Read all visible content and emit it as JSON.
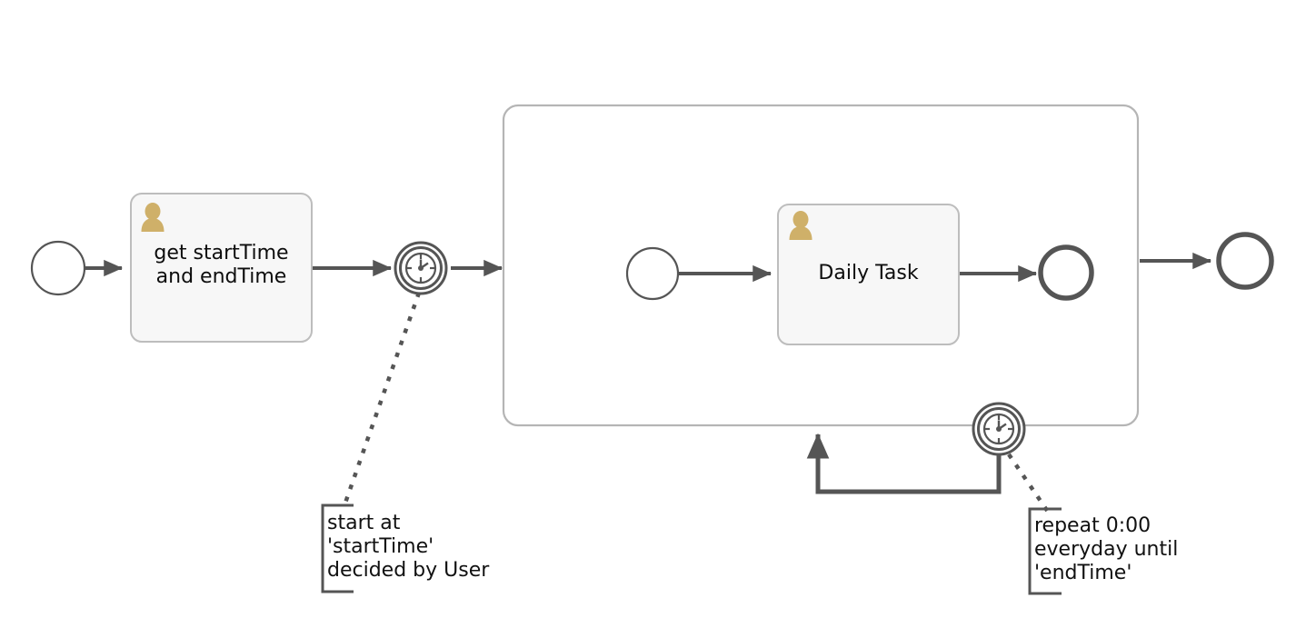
{
  "diagram": {
    "type": "bpmn-process-diagram",
    "colors": {
      "stroke": "#555555",
      "flow": "#555555",
      "task_fill": "#f7f7f7",
      "task_border": "#bdbdbd",
      "subprocess_border": "#b5b5b5",
      "user_icon": "#cfb069",
      "text": "#111111",
      "background": "#ffffff"
    },
    "nodes": {
      "start_event": {
        "name": "start-event",
        "shape": "circle-thin",
        "label": ""
      },
      "task_get_times": {
        "name": "user-task",
        "shape": "rounded-rect",
        "icon": "user-icon",
        "label": "get startTime\nand endTime"
      },
      "timer_start": {
        "name": "intermediate-timer-event",
        "shape": "double-circle-timer",
        "icon": "clock-icon",
        "label": ""
      },
      "subprocess": {
        "name": "subprocess-container",
        "shape": "rounded-rect-outline",
        "label": ""
      },
      "sub_start_event": {
        "name": "subprocess-start-event",
        "shape": "circle-thin",
        "label": ""
      },
      "task_daily": {
        "name": "user-task",
        "shape": "rounded-rect",
        "icon": "user-icon",
        "label": "Daily Task"
      },
      "sub_end_event": {
        "name": "subprocess-end-event",
        "shape": "circle-thick",
        "label": ""
      },
      "timer_boundary": {
        "name": "boundary-timer-event",
        "shape": "double-circle-timer",
        "icon": "clock-icon",
        "label": ""
      },
      "end_event": {
        "name": "end-event",
        "shape": "circle-thick",
        "label": ""
      }
    },
    "annotations": [
      {
        "id": "annotation-start-time",
        "text": "start at\n'startTime'\ndecided by User",
        "attached_to": "intermediate-timer-event"
      },
      {
        "id": "annotation-repeat",
        "text": "repeat 0:00\neveryday until\n'endTime'",
        "attached_to": "boundary-timer-event"
      }
    ],
    "flows": [
      {
        "name": "flow-start-to-task",
        "from": "start-event",
        "to": "user-task",
        "style": "solid-arrow"
      },
      {
        "name": "flow-task-to-timer",
        "from": "user-task",
        "to": "intermediate-timer-event",
        "style": "solid-arrow"
      },
      {
        "name": "flow-timer-to-subprocess",
        "from": "intermediate-timer-event",
        "to": "subprocess-container",
        "style": "solid-arrow"
      },
      {
        "name": "flow-substart-to-dailytask",
        "from": "subprocess-start-event",
        "to": "user-task",
        "style": "solid-arrow"
      },
      {
        "name": "flow-dailytask-to-subend",
        "from": "user-task",
        "to": "subprocess-end-event",
        "style": "solid-arrow"
      },
      {
        "name": "flow-subprocess-to-end",
        "from": "subprocess-container",
        "to": "end-event",
        "style": "solid-arrow"
      },
      {
        "name": "flow-timer-loopback",
        "from": "boundary-timer-event",
        "to": "subprocess-container",
        "style": "solid-arrow-loop"
      },
      {
        "name": "association-start-annotation",
        "from": "intermediate-timer-event",
        "to": "annotation-start-time",
        "style": "dotted"
      },
      {
        "name": "association-repeat-annotation",
        "from": "boundary-timer-event",
        "to": "annotation-repeat",
        "style": "dotted"
      }
    ]
  }
}
